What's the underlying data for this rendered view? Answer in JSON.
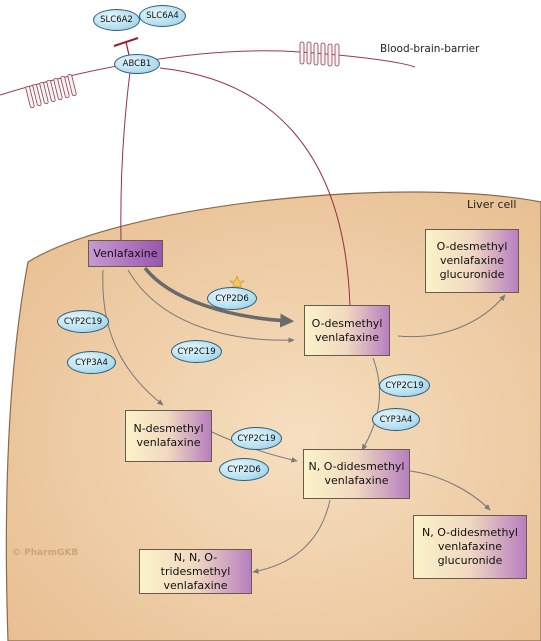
{
  "labels": {
    "bbb": "Blood-brain-barrier",
    "liver_cell": "Liver cell",
    "watermark": "© PharmGKB"
  },
  "transporters": {
    "slc6a2": "SLC6A2",
    "slc6a4": "SLC6A4",
    "abcb1": "ABCB1"
  },
  "compounds": {
    "venlafaxine": "Venlafaxine",
    "o_desmethyl": "O-desmethyl\nvenlafaxine",
    "o_desmethyl_glucuronide": "O-desmethyl\nvenlafaxine\nglucuronide",
    "n_desmethyl": "N-desmethyl\nvenlafaxine",
    "nod_didesmethyl": "N, O-didesmethyl\nvenlafaxine",
    "nod_glucuronide": "N, O-didesmethyl\nvenlafaxine\nglucuronide",
    "nno_tridesmethyl": "N, N, O-tridesmethyl\nvenlafaxine"
  },
  "enzymes": {
    "cyp2d6_major": "CYP2D6",
    "cyp2c19_odesmethyl": "CYP2C19",
    "cyp2c19_ndesmethyl": "CYP2C19",
    "cyp3a4_ndesmethyl": "CYP3A4",
    "cyp2c19_odes_to_nod": "CYP2C19",
    "cyp3a4_odes_to_nod": "CYP3A4",
    "cyp2c19_ndes_to_nod": "CYP2C19",
    "cyp2d6_ndes_to_nod": "CYP2D6"
  },
  "colors": {
    "cell_fill": "#f0d0a8",
    "cell_stroke": "#8a6a4a",
    "membrane": "#9b3a4a",
    "inhibition": "#9b1e2e",
    "arrow": "#7a7a7a",
    "star": "#f3c65a"
  }
}
